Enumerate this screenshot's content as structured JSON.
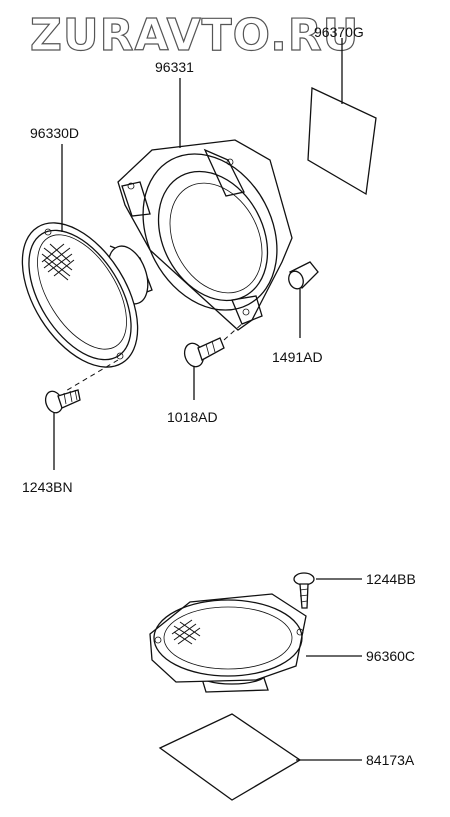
{
  "watermark": "ZURAVTO.RU",
  "parts": {
    "p96370G": "96370G",
    "p96331": "96331",
    "p96330D": "96330D",
    "p1491AD": "1491AD",
    "p1018AD": "1018AD",
    "p1243BN": "1243BN",
    "p1244BB": "1244BB",
    "p96360C": "96360C",
    "p84173A": "84173A"
  }
}
